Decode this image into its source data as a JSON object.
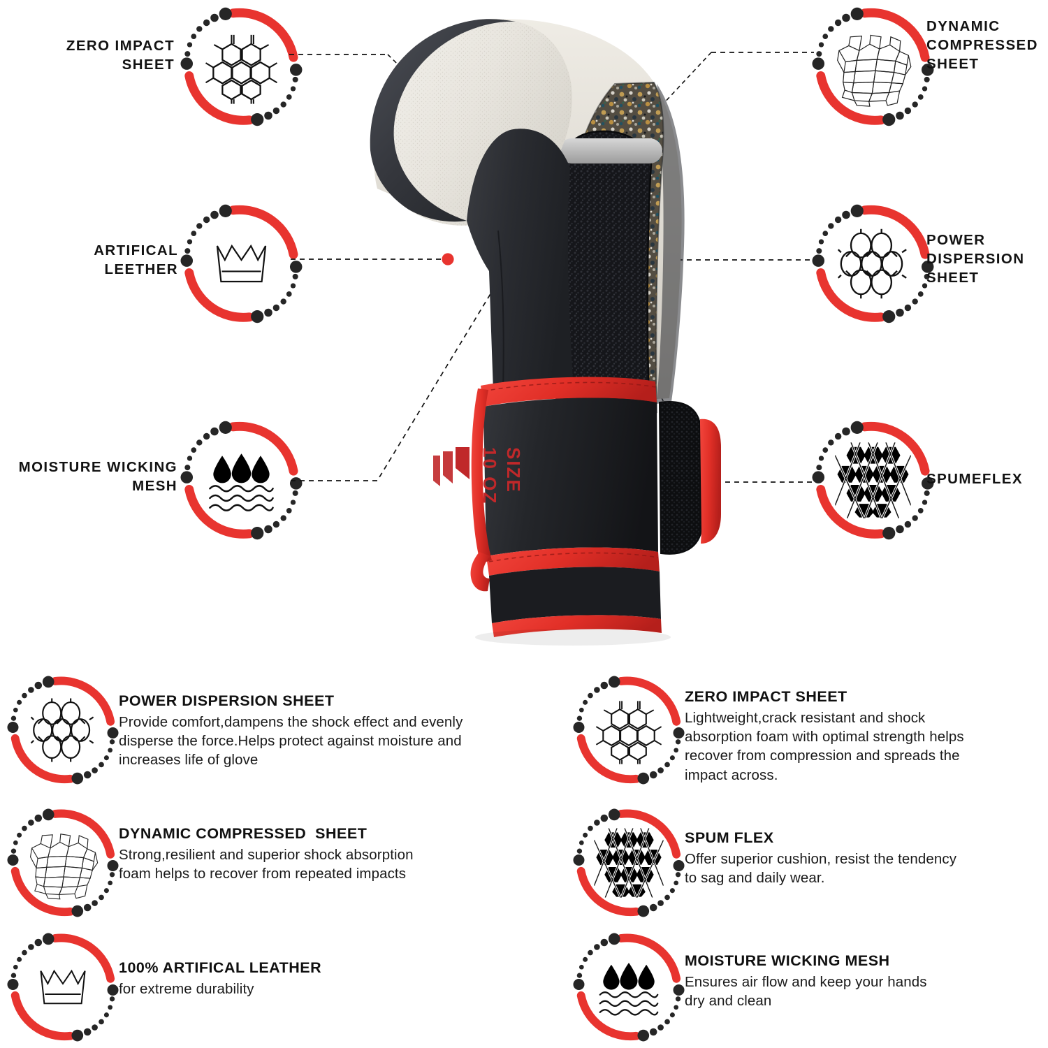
{
  "theme": {
    "accent_red": "#E8342F",
    "dark": "#262626",
    "text": "#111111",
    "background": "#FFFFFF"
  },
  "top_callouts": [
    {
      "id": "zero-impact-sheet",
      "label": "ZERO IMPACT\nSHEET",
      "icon": "honeycomb-hexagon-icon",
      "side": "left"
    },
    {
      "id": "artifical-leether",
      "label": "ARTIFICAL\nLEETHER",
      "icon": "crown-icon",
      "side": "left"
    },
    {
      "id": "moisture-wicking-mesh",
      "label": "MOISTURE WICKING\nMESH",
      "icon": "water-droplets-waves-icon",
      "side": "left"
    },
    {
      "id": "dynamic-compressed-sheet",
      "label": "DYNAMIC\nCOMPRESSED\nSHEET",
      "icon": "crackle-foam-icon",
      "side": "right"
    },
    {
      "id": "power-dispersion-sheet",
      "label": "POWER\nDISPERSION\nSHEET",
      "icon": "circle-mesh-icon",
      "side": "right"
    },
    {
      "id": "spumeflex",
      "label": "SPUMEFLEX",
      "icon": "hexagon-lattice-icon",
      "side": "right"
    }
  ],
  "product": {
    "name": "boxing-glove-cutaway",
    "cuff_print_line1": "SIZE",
    "cuff_print_line2": "10 OZ"
  },
  "features": [
    {
      "id": "power-dispersion-sheet",
      "icon": "circle-mesh-icon",
      "title": "POWER DISPERSION SHEET",
      "description": "Provide comfort,dampens the shock effect and evenly\ndisperse the force.Helps protect against moisture and\nincreases life of glove",
      "column": "left"
    },
    {
      "id": "dynamic-compressed-sheet",
      "icon": "crackle-foam-icon",
      "title": "DYNAMIC COMPRESSED  SHEET",
      "description": "Strong,resilient and superior shock absorption\nfoam helps to recover from repeated impacts",
      "column": "left"
    },
    {
      "id": "artifical-leather",
      "icon": "crown-icon",
      "title": "100% ARTIFICAL LEATHER",
      "description": "for extreme durability",
      "column": "left"
    },
    {
      "id": "zero-impact-sheet",
      "icon": "honeycomb-hexagon-icon",
      "title": "ZERO IMPACT SHEET",
      "description": "Lightweight,crack resistant and shock\nabsorption foam with optimal strength helps\nrecover from compression and spreads the\nimpact across.",
      "column": "right"
    },
    {
      "id": "spum-flex",
      "icon": "hexagon-lattice-icon",
      "title": "SPUM FLEX",
      "description": "Offer superior cushion, resist the tendency\nto sag and daily wear.",
      "column": "right"
    },
    {
      "id": "moisture-wicking-mesh",
      "icon": "water-droplets-waves-icon",
      "title": "MOISTURE WICKING MESH",
      "description": "Ensures air flow and keep your hands\ndry and clean",
      "column": "right"
    }
  ]
}
